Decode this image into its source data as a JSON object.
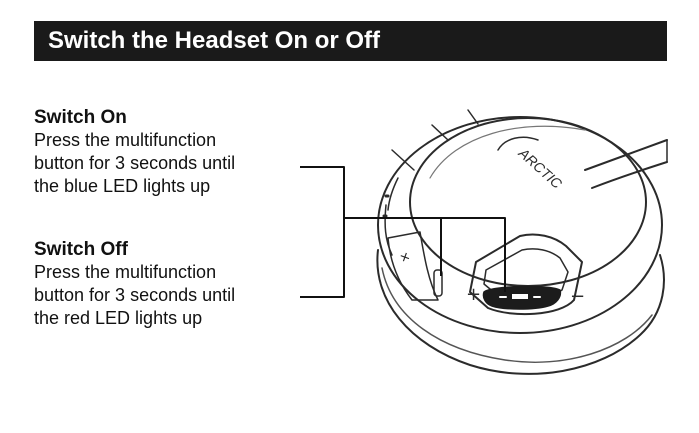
{
  "header": {
    "title": "Switch the Headset On or Off"
  },
  "switch_on": {
    "title": "Switch On",
    "lines": [
      "Press the multifunction",
      "button for 3 seconds until",
      "the blue LED lights up"
    ]
  },
  "switch_off": {
    "title": "Switch Off",
    "lines": [
      "Press the multifunction",
      "button for 3 seconds until",
      "the red LED lights up"
    ]
  },
  "illustration": {
    "logo_text": "ARCTIC",
    "plus_symbol": "+",
    "minus_symbol": "−",
    "icon": "headset-earcup-illustration"
  }
}
